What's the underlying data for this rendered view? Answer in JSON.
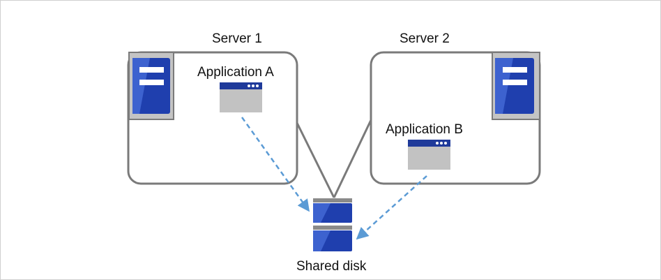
{
  "diagram": {
    "server1": {
      "title": "Server 1",
      "application": "Application A"
    },
    "server2": {
      "title": "Server 2",
      "application": "Application B"
    },
    "shared_disk": {
      "label": "Shared disk"
    }
  },
  "colors": {
    "server_blue": "#1f3fae",
    "server_blue_light": "#3d62cf",
    "server_panel": "#c4c4c4",
    "window_bar": "#1f3a9a",
    "window_body": "#c2c2c2",
    "box_border": "#7a7a7a",
    "arrow": "#5b9bd5",
    "disk_top": "#8a8a8a"
  },
  "icons": [
    "server-icon",
    "application-window-icon",
    "shared-disk-icon"
  ]
}
